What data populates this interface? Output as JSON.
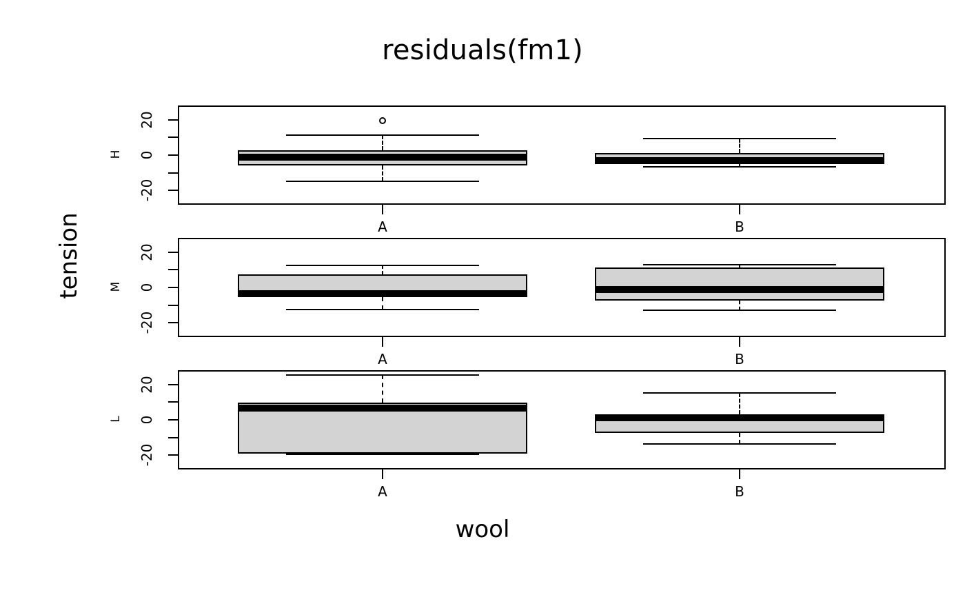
{
  "chart_data": {
    "type": "box",
    "title": "residuals(fm1)",
    "xlabel": "wool",
    "ylabel": "tension",
    "grid": false,
    "legend": null,
    "ylim": [
      -28,
      28
    ],
    "yticks": [
      -20,
      -10,
      0,
      10,
      20
    ],
    "ytick_labels": [
      "-20",
      "",
      "0",
      "",
      "20"
    ],
    "x_categories": [
      "A",
      "B"
    ],
    "panel_categories": [
      "H",
      "M",
      "L"
    ],
    "panels": [
      {
        "strip": "H",
        "boxes": [
          {
            "group": "A",
            "lower_whisker": -14.7,
            "q1": -5.7,
            "median": -1.2,
            "q3": 2.9,
            "upper_whisker": 11.3,
            "outliers": [
              19.3
            ]
          },
          {
            "group": "B",
            "lower_whisker": -6.7,
            "q1": -4.5,
            "median": -3.2,
            "q3": 1.3,
            "upper_whisker": 9.3,
            "outliers": []
          }
        ]
      },
      {
        "strip": "M",
        "boxes": [
          {
            "group": "A",
            "lower_whisker": -12.3,
            "q1": -5.3,
            "median": -3.4,
            "q3": 7.3,
            "upper_whisker": 12.3,
            "outliers": []
          },
          {
            "group": "B",
            "lower_whisker": -13.0,
            "q1": -7.5,
            "median": -1.1,
            "q3": 11.3,
            "upper_whisker": 13.0,
            "outliers": []
          }
        ]
      },
      {
        "strip": "L",
        "boxes": [
          {
            "group": "A",
            "lower_whisker": -19.6,
            "q1": -19.2,
            "median": 6.6,
            "q3": 9.6,
            "upper_whisker": 25.4,
            "outliers": []
          },
          {
            "group": "B",
            "lower_whisker": -13.8,
            "q1": -7.2,
            "median": 1.3,
            "q3": 3.3,
            "upper_whisker": 15.3,
            "outliers": []
          }
        ]
      }
    ],
    "colors": {
      "box_fill": "#d3d3d3",
      "line": "#000000",
      "background": "#ffffff"
    }
  }
}
